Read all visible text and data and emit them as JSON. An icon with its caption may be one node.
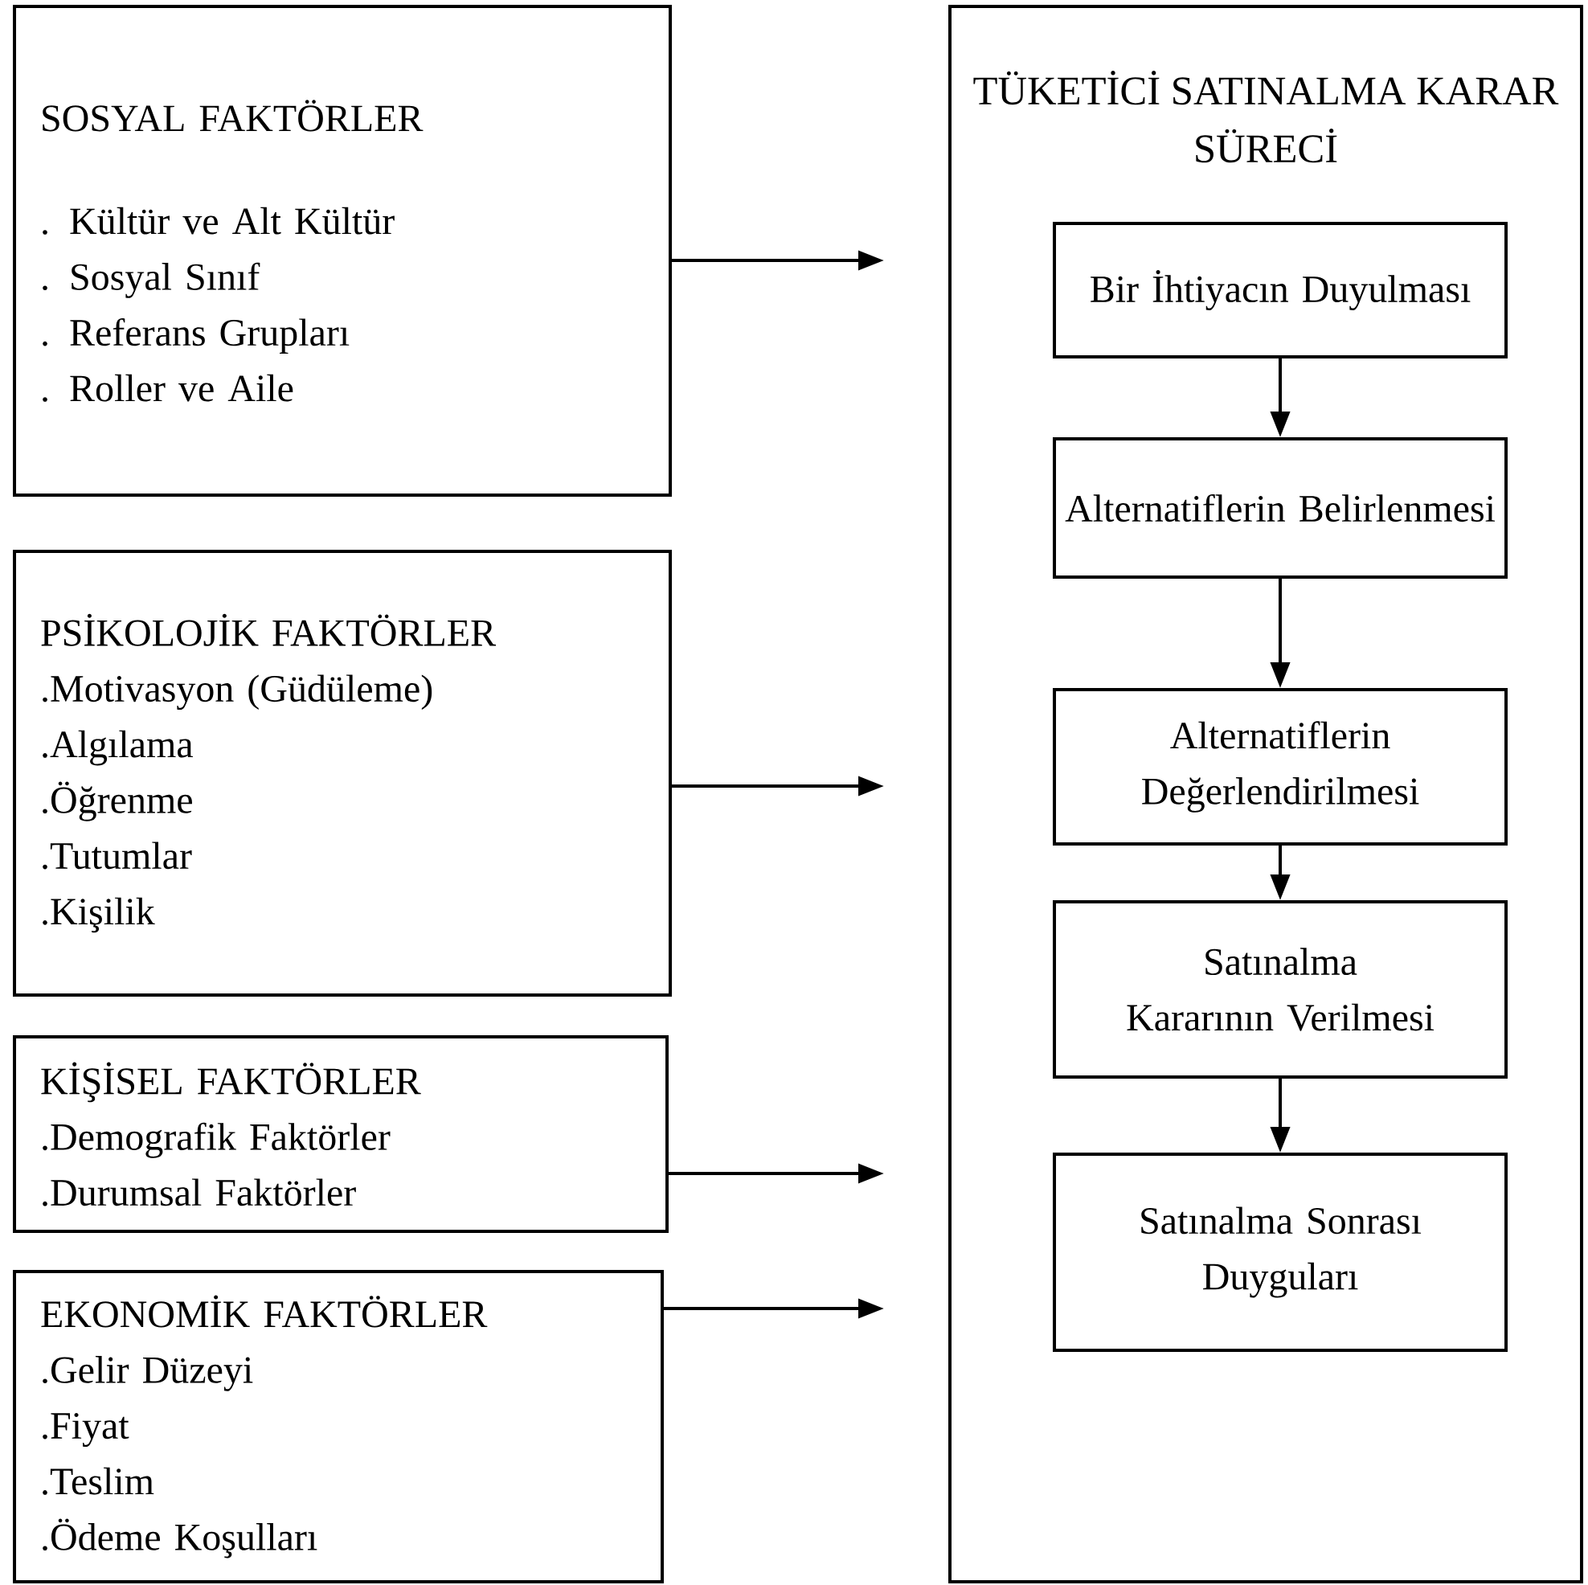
{
  "diagram": {
    "nodes": [
      {
        "text": [
          "SOSYAL FAKTÖRLER",
          ". Kültür ve Alt Kültür",
          ". Sosyal Sınıf",
          ". Referans Grupları",
          ". Roller ve Aile"
        ]
      },
      {
        "text": [
          "PSİKOLOJİK FAKTÖRLER",
          ".Motivasyon (Güdüleme)",
          ".Algılama",
          ".Öğrenme",
          ".Tutumlar",
          ".Kişilik"
        ]
      },
      {
        "text": [
          "KİŞİSEL FAKTÖRLER",
          ".Demografik Faktörler",
          ".Durumsal Faktörler"
        ]
      },
      {
        "text": [
          "EKONOMİK FAKTÖRLER",
          ".Gelir Düzeyi",
          ".Fiyat",
          ".Teslim",
          ".Ödeme Koşulları"
        ]
      },
      {
        "text": [
          "TÜKETİCİ SATINALMA KARAR SÜRECİ"
        ]
      },
      {
        "text": [
          "Bir İhtiyacın Duyulması"
        ],
        "in": 4
      },
      {
        "text": [
          "Alternatiflerin Belirlenmesi"
        ],
        "in": 4
      },
      {
        "text": [
          "Alternatiflerin Değerlendirilmesi"
        ],
        "in": 4
      },
      {
        "text": [
          "Satınalma Kararının Verilmesi"
        ],
        "in": 4
      },
      {
        "text": [
          "Satınalma Sonrası Duyguları"
        ],
        "in": 4
      }
    ],
    "edges": [
      {
        "from": 0,
        "to": 4,
        "arrow": "to"
      },
      {
        "from": 1,
        "to": 4,
        "arrow": "to"
      },
      {
        "from": 2,
        "to": 4,
        "arrow": "to"
      },
      {
        "from": 3,
        "to": 4,
        "arrow": "to"
      },
      {
        "from": 5,
        "to": 6,
        "arrow": "to"
      },
      {
        "from": 6,
        "to": 7,
        "arrow": "to"
      },
      {
        "from": 7,
        "to": 8,
        "arrow": "to"
      },
      {
        "from": 8,
        "to": 9,
        "arrow": "to"
      }
    ]
  }
}
